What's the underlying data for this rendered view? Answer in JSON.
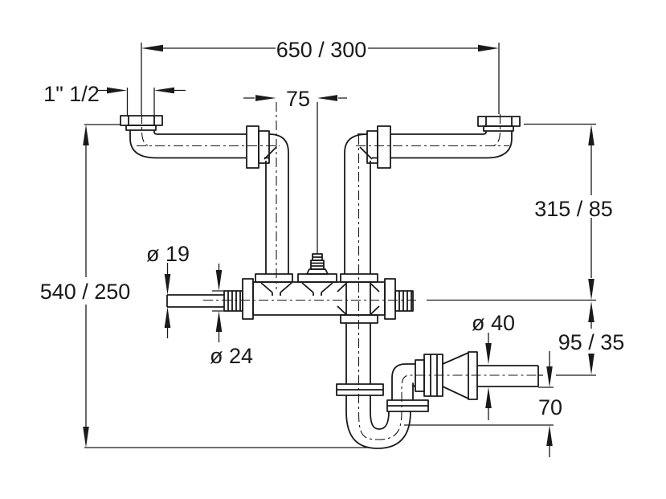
{
  "drawing": {
    "name": "double-sink-drain-siphon-dimensional-drawing",
    "background_color": "#ffffff",
    "line_color": "#1a1a1a",
    "labels": {
      "top_width": "650 / 300",
      "inlet_size": "1\" 1/2",
      "center_offset": "75",
      "right_height": "315 / 85",
      "overall_height": "540 / 250",
      "nozzle_small_diameter": "ø 19",
      "nozzle_large_diameter": "ø 24",
      "outlet_height": "95 / 35",
      "outlet_diameter": "ø 40",
      "trap_offset": "70"
    }
  }
}
